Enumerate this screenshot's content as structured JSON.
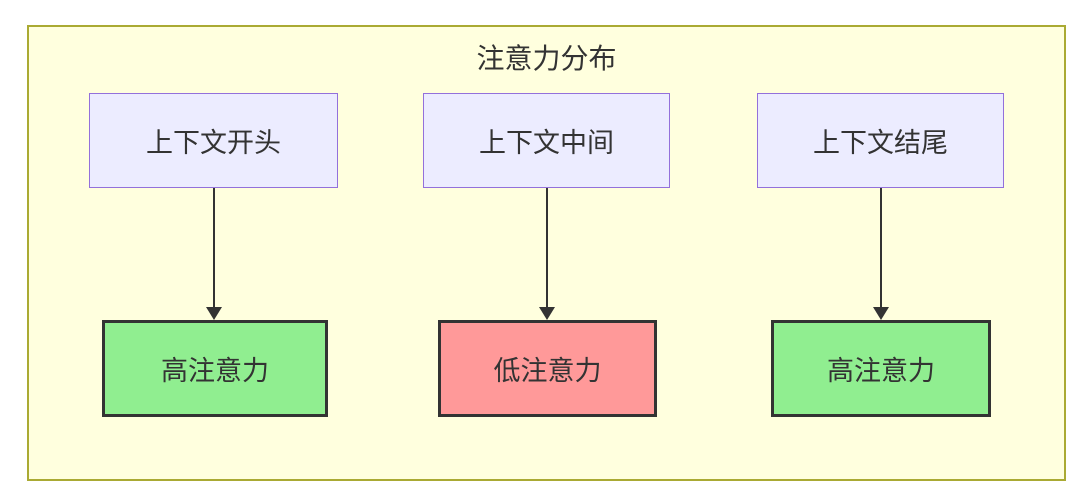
{
  "diagram": {
    "title": "注意力分布",
    "type": "flowchart",
    "colors": {
      "canvas-bg": "#ffffff",
      "container-bg": "#ffffde",
      "container-border": "#aaaa33",
      "source-node-bg": "#ececff",
      "source-node-border": "#9370db",
      "high-attention-bg": "#90ee90",
      "low-attention-bg": "#ff9999",
      "result-node-border": "#333333",
      "edge": "#333333",
      "text": "#333333"
    },
    "columns": [
      {
        "source": "上下文开头",
        "target": "高注意力",
        "level": "high"
      },
      {
        "source": "上下文中间",
        "target": "低注意力",
        "level": "low"
      },
      {
        "source": "上下文结尾",
        "target": "高注意力",
        "level": "high"
      }
    ]
  }
}
